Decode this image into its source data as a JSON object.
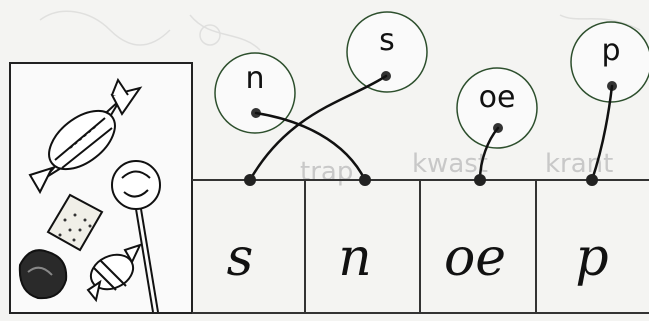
{
  "bubbles": [
    {
      "label": "n"
    },
    {
      "label": "s"
    },
    {
      "label": "oe"
    },
    {
      "label": "p"
    }
  ],
  "cells": [
    {
      "cursive": "s"
    },
    {
      "cursive": "n"
    },
    {
      "cursive": "oe"
    },
    {
      "cursive": "p"
    }
  ],
  "ghost_words": [
    "krant",
    "kwast",
    "trap"
  ]
}
